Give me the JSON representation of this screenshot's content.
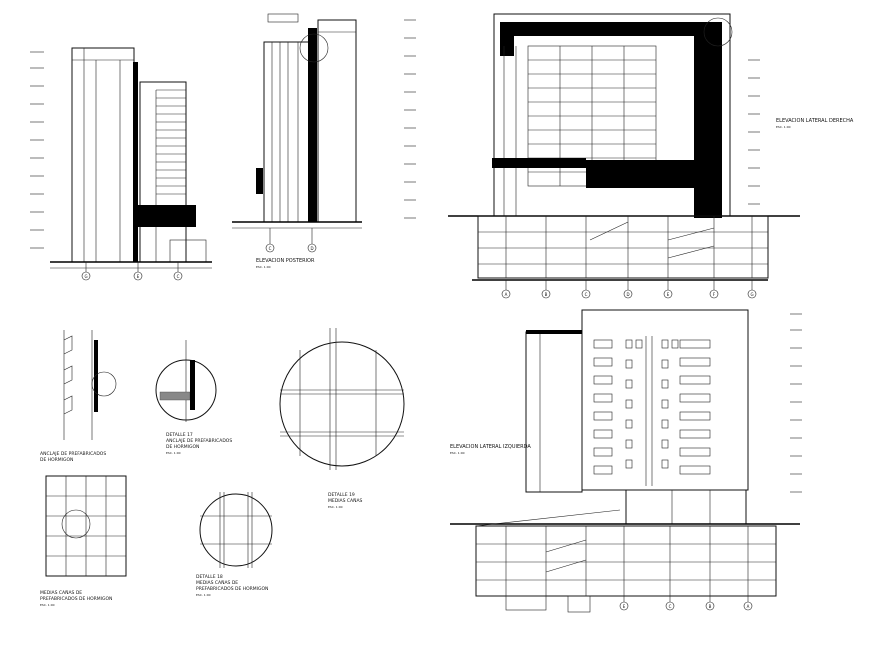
{
  "titles": {
    "elev_posterior": "ELEVACION POSTERIOR",
    "elev_posterior_scale": "ESC. 1:00",
    "elev_lateral_derecha": "ELEVACION LATERAL DERECHA",
    "elev_lateral_derecha_scale": "ESC. 1:00",
    "elev_lateral_izquierda": "ELEVACION LATERAL IZQUIERDA",
    "elev_lateral_izquierda_scale": "ESC. 1:00",
    "anclaje": "ANCLAJE DE PREFABRICADOS",
    "anclaje_2": "DE HORMIGON",
    "detalle17": "DETALLE 17",
    "detalle17_2": "ANCLAJE DE PREFABRICADOS",
    "detalle17_3": "DE HORMIGON",
    "detalle17_scale": "ESC. 1:00",
    "detalle18": "DETALLE 18",
    "detalle18_2": "MEDIAS CAÑAS DE",
    "detalle18_3": "PREFABRICADOS DE HORMIGON",
    "detalle18_scale": "ESC. 1:00",
    "detalle19": "DETALLE 19",
    "detalle19_2": "MEDIAS CAÑAS",
    "detalle19_scale": "ESC. 1:00",
    "medias_canas": "MEDIAS CAÑAS DE",
    "medias_canas_2": "PREFABRICADOS DE HORMIGON",
    "medias_canas_scale": "ESC. 1:00"
  },
  "axes": {
    "left_sheet": [
      "G",
      "E",
      "C"
    ],
    "posterior": [
      "C",
      "D"
    ],
    "right_elev": [
      "A",
      "B",
      "C",
      "D",
      "E",
      "F",
      "G"
    ],
    "left_elev": [
      "E",
      "C",
      "B",
      "A"
    ]
  }
}
